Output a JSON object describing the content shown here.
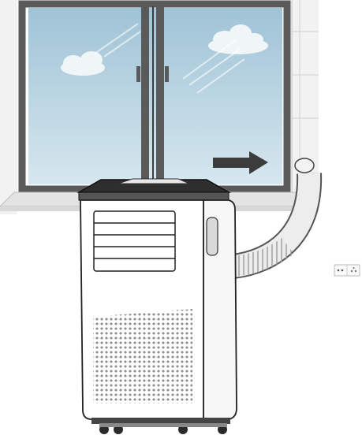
{
  "illustration": {
    "colors": {
      "glass_top": "#9fc3d6",
      "glass_bottom": "#d6e7ef",
      "frame": "#5a5a5a",
      "wall": "#f0f0f0",
      "arrow": "#3c3c3c",
      "unit_body": "#ffffff",
      "unit_stroke": "#222222",
      "lid": "#2e2e2e",
      "hose": "#ececec",
      "cloud": "#f4f8fa"
    },
    "icons": [
      "window-scene",
      "cloud-icon",
      "arrow-right-icon",
      "portable-air-conditioner",
      "exhaust-hose",
      "wall-outlet-icon"
    ]
  }
}
